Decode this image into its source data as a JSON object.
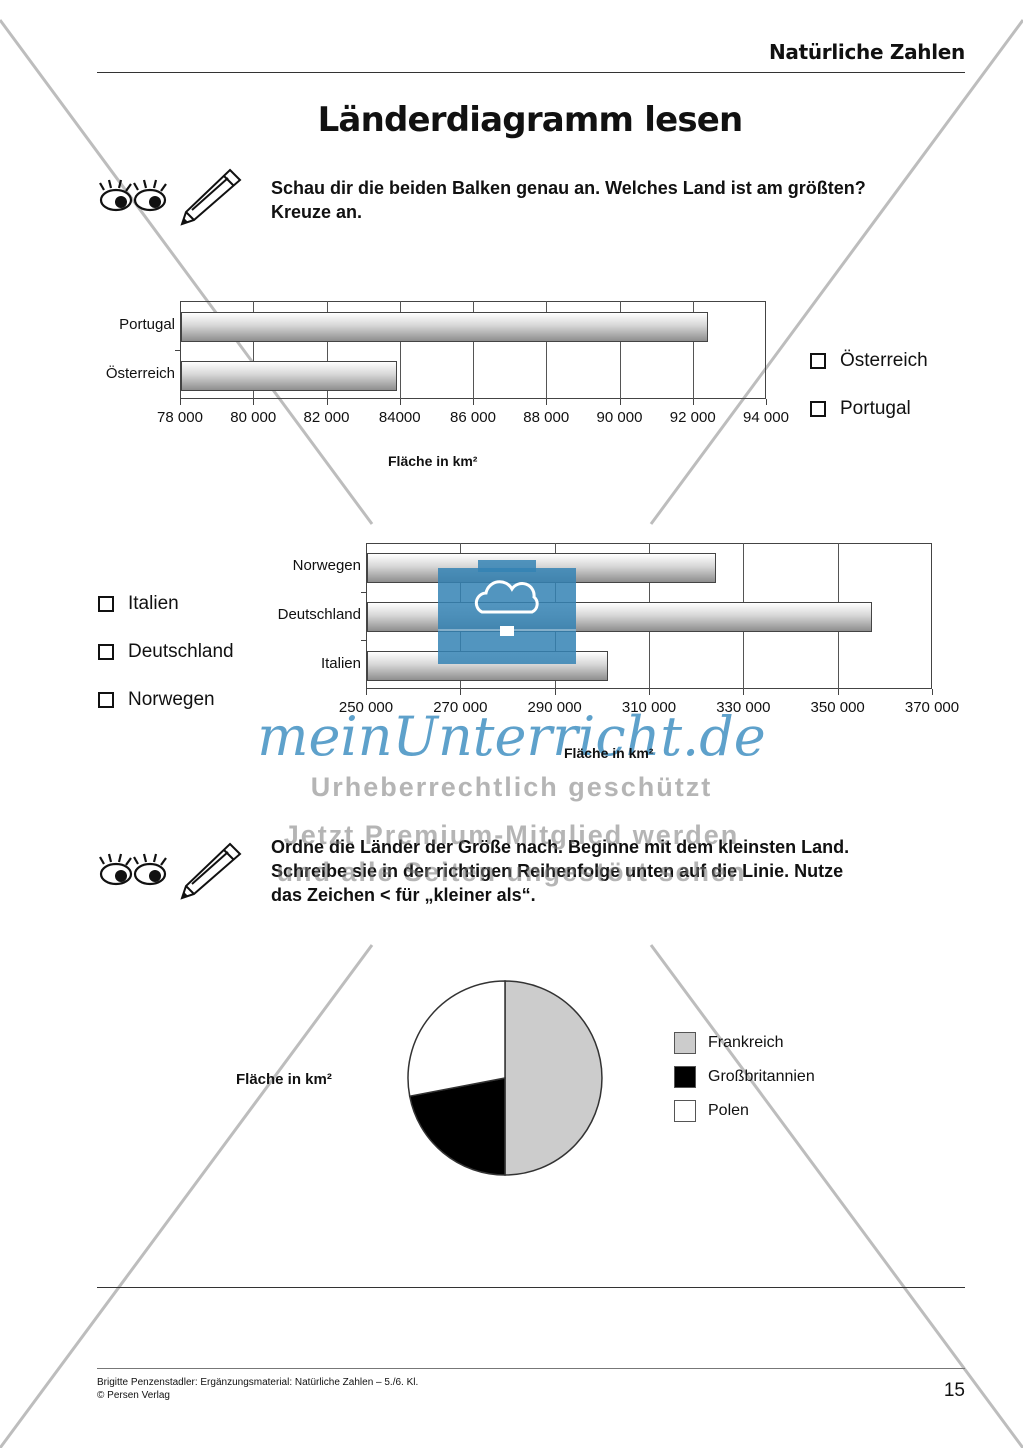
{
  "header": {
    "section_title": "Natürliche Zahlen"
  },
  "title": "Länderdiagramm lesen",
  "task1": {
    "instruction_line1": "Schau dir die beiden Balken genau an. Welches Land ist am größten?",
    "instruction_line2": "Kreuze an.",
    "checkbox_options": [
      "Österreich",
      "Portugal"
    ]
  },
  "task2": {
    "checkbox_options": [
      "Italien",
      "Deutschland",
      "Norwegen"
    ]
  },
  "task3": {
    "instruction_line1": "Ordne die Länder der Größe nach. Beginne mit dem kleinsten Land.",
    "instruction_line2": "Schreibe sie in der richtigen Reihenfolge unten auf die Linie. Nutze",
    "instruction_line3": "das Zeichen < für „kleiner als“."
  },
  "chart_data": [
    {
      "type": "bar",
      "orientation": "horizontal",
      "categories": [
        "Portugal",
        "Österreich"
      ],
      "values": [
        92400,
        83900
      ],
      "xlabel": "Fläche in km²",
      "xlim": [
        78000,
        94000
      ],
      "ticks": [
        "78 000",
        "80 000",
        "82 000",
        "84000",
        "86 000",
        "88 000",
        "90 000",
        "92 000",
        "94 000"
      ],
      "grid": true
    },
    {
      "type": "bar",
      "orientation": "horizontal",
      "categories": [
        "Norwegen",
        "Deutschland",
        "Italien"
      ],
      "values": [
        324000,
        357000,
        301000
      ],
      "xlabel": "Fläche in km²",
      "xlim": [
        250000,
        370000
      ],
      "ticks": [
        "250 000",
        "270 000",
        "290 000",
        "310 000",
        "330 000",
        "350 000",
        "370 000"
      ],
      "grid": true
    },
    {
      "type": "pie",
      "label": "Fläche in km²",
      "categories": [
        "Frankreich",
        "Großbritannien",
        "Polen"
      ],
      "values": [
        50,
        22,
        28
      ],
      "colors": [
        "#cccccc",
        "#000000",
        "#ffffff"
      ],
      "legend": "right"
    }
  ],
  "watermark": {
    "brand": "meinUnterricht.de",
    "line1": "Urheberrechtlich geschützt",
    "line2": "Jetzt Premium-Mitglied werden",
    "line3": "und alle Seiten ungestört sehen"
  },
  "footer": {
    "line1": "Brigitte Penzenstadler: Ergänzungsmaterial: Natürliche Zahlen – 5./6. Kl.",
    "line2": "© Persen Verlag",
    "page_number": "15"
  },
  "icons": [
    "eyes-icon",
    "pencil-icon",
    "briefcase-cloud-icon"
  ]
}
